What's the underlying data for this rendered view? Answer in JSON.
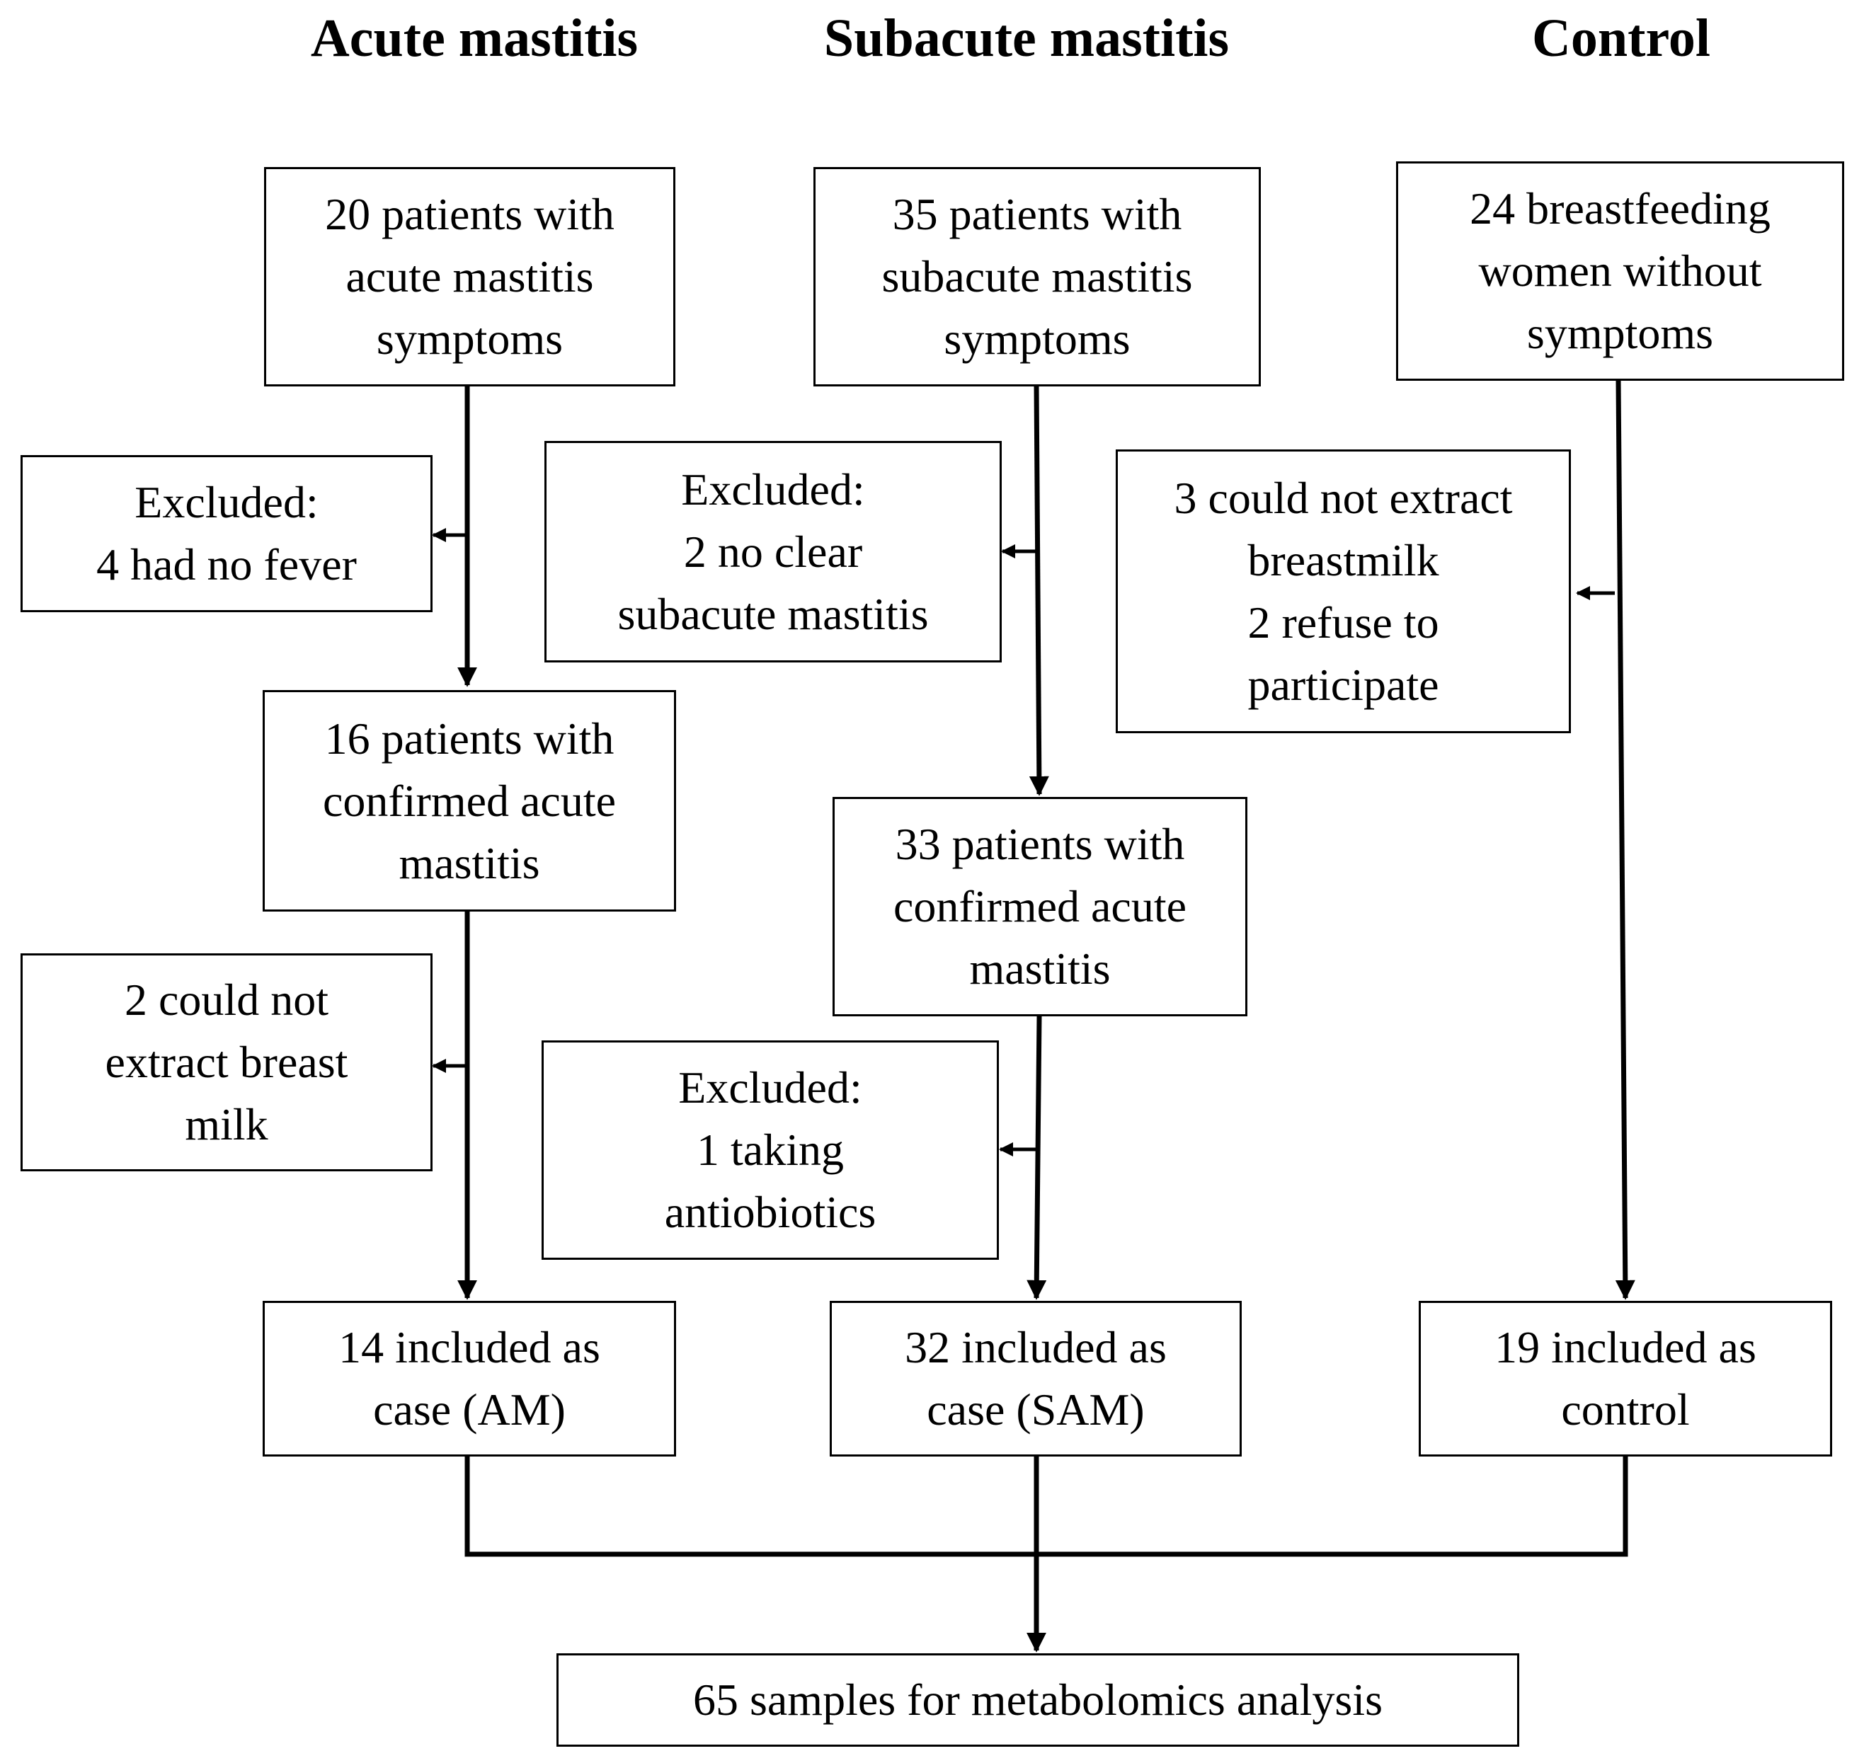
{
  "headers": {
    "acute": "Acute mastitis",
    "subacute": "Subacute mastitis",
    "control": "Control"
  },
  "acute": {
    "start": [
      "20 patients with",
      "acute mastitis",
      "symptoms"
    ],
    "excluded_1": [
      "Excluded:",
      "4 had no fever"
    ],
    "confirmed": [
      "16 patients with",
      "confirmed acute",
      "mastitis"
    ],
    "excluded_2": [
      "2 could not",
      "extract breast",
      "milk"
    ],
    "included": [
      "14 included as",
      "case (AM)"
    ]
  },
  "subacute": {
    "start": [
      "35 patients with",
      "subacute mastitis",
      "symptoms"
    ],
    "excluded_1": [
      "Excluded:",
      "2 no clear",
      "subacute mastitis"
    ],
    "confirmed": [
      "33 patients with",
      "confirmed acute",
      "mastitis"
    ],
    "excluded_2": [
      "Excluded:",
      "1 taking",
      "antiobiotics"
    ],
    "included": [
      "32 included as",
      "case (SAM)"
    ]
  },
  "control": {
    "start": [
      "24 breastfeeding",
      "women without",
      "symptoms"
    ],
    "excluded": [
      "3 could not extract",
      "breastmilk",
      "2 refuse to",
      "participate"
    ],
    "included": [
      "19 included as",
      "control"
    ]
  },
  "final": [
    "65 samples for metabolomics analysis"
  ]
}
